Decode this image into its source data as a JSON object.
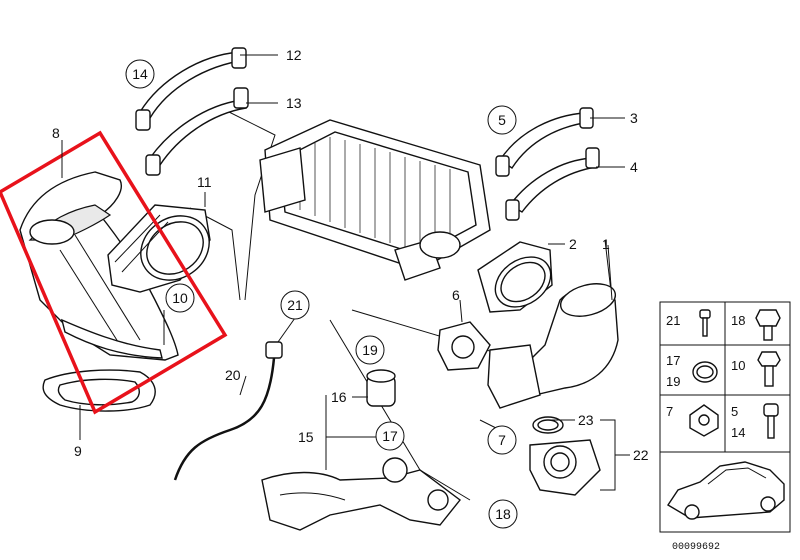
{
  "diagram": {
    "title": "Intercooler and charge air duct parts diagram",
    "doc_number": "00099692",
    "highlight_color": "#e8121b",
    "labels": {
      "p1": "1",
      "p2": "2",
      "p3": "3",
      "p4": "4",
      "p5": "5",
      "p6": "6",
      "p7": "7",
      "p8": "8",
      "p9": "9",
      "p10": "10",
      "p11": "11",
      "p12": "12",
      "p13": "13",
      "p14": "14",
      "p15": "15",
      "p16": "16",
      "p17": "17",
      "p18": "18",
      "p19": "19",
      "p20": "20",
      "p21": "21",
      "p22": "22",
      "p23": "23"
    },
    "legend": {
      "cells": [
        {
          "labels": [
            "21"
          ]
        },
        {
          "labels": [
            "18"
          ]
        },
        {
          "labels": [
            "17",
            "19"
          ]
        },
        {
          "labels": [
            "10"
          ]
        },
        {
          "labels": [
            "7"
          ]
        },
        {
          "labels": [
            "5",
            "14"
          ]
        }
      ]
    }
  }
}
